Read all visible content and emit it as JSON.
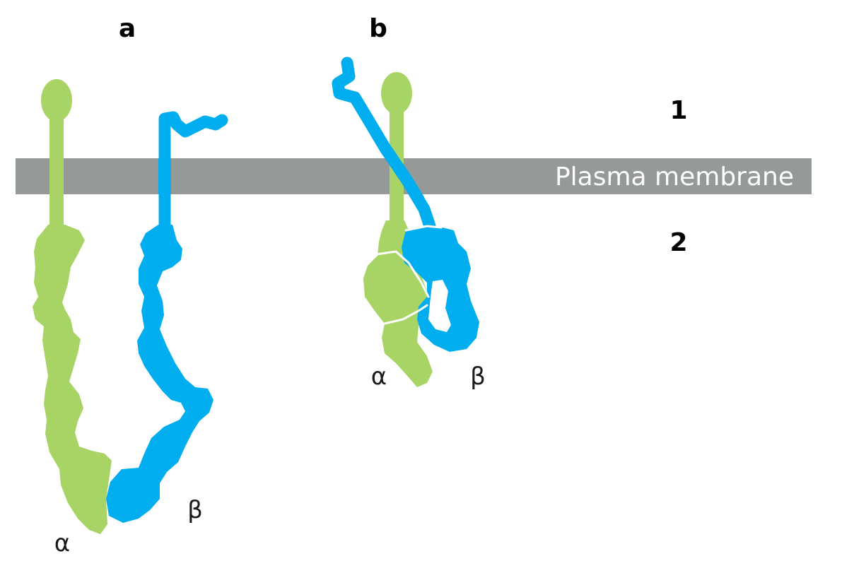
{
  "colors": {
    "alpha": "#a8d465",
    "beta": "#00aeef",
    "membrane": "#959a98",
    "membrane_text": "#ffffff"
  },
  "panels": {
    "a": {
      "label": "a",
      "alpha_label": "α",
      "beta_label": "β"
    },
    "b": {
      "label": "b",
      "alpha_label": "α",
      "beta_label": "β"
    }
  },
  "membrane": {
    "label": "Plasma membrane"
  },
  "regions": {
    "outside": "1",
    "inside": "2"
  }
}
